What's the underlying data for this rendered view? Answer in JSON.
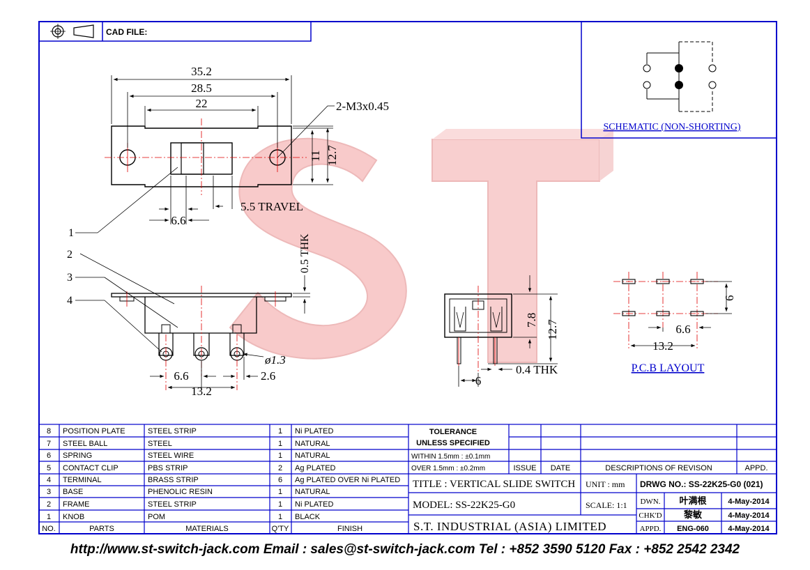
{
  "header": {
    "cad_file_label": "CAD FILE:"
  },
  "schematic": {
    "caption": "SCHEMATIC (NON-SHORTING)"
  },
  "watermark": {
    "text": "S T",
    "color": "#f08080"
  },
  "top_view": {
    "dim_overall": "35.2",
    "dim_mount": "28.5",
    "dim_slot": "22",
    "dim_screw": "2-M3x0.45",
    "dim_h1": "11",
    "dim_h2": "12.7",
    "dim_travel": "5.5  TRAVEL",
    "dim_knob": "6.6"
  },
  "front_view": {
    "dim_thk": "0.5  THK",
    "dim_pin": "ø1.3",
    "dim_pitch": "6.6",
    "dim_span": "13.2",
    "dim_tail": "2.6",
    "callouts": [
      "1",
      "2",
      "3",
      "4"
    ]
  },
  "side_view": {
    "dim_78": "7.8",
    "dim_127": "12.7",
    "dim_thk": "0.4  THK",
    "dim_6": "6"
  },
  "pcb": {
    "caption": "P.C.B  LAYOUT",
    "dim_6": "6",
    "dim_66": "6.6",
    "dim_132": "13.2"
  },
  "bom": {
    "headers": {
      "no": "NO.",
      "parts": "PARTS",
      "materials": "MATERIALS",
      "qty": "Q'TY",
      "finish": "FINISH"
    },
    "rows": [
      {
        "no": "8",
        "part": "POSITION PLATE",
        "material": "STEEL STRIP",
        "qty": "1",
        "finish": "Ni PLATED"
      },
      {
        "no": "7",
        "part": "STEEL BALL",
        "material": "STEEL",
        "qty": "1",
        "finish": "NATURAL"
      },
      {
        "no": "6",
        "part": "SPRING",
        "material": "STEEL WIRE",
        "qty": "1",
        "finish": "NATURAL"
      },
      {
        "no": "5",
        "part": "CONTACT CLIP",
        "material": "PBS STRIP",
        "qty": "2",
        "finish": "Ag PLATED"
      },
      {
        "no": "4",
        "part": "TERMINAL",
        "material": "BRASS STRIP",
        "qty": "6",
        "finish": "Ag PLATED OVER Ni PLATED"
      },
      {
        "no": "3",
        "part": "BASE",
        "material": "PHENOLIC RESIN",
        "qty": "1",
        "finish": "NATURAL"
      },
      {
        "no": "2",
        "part": "FRAME",
        "material": "STEEL STRIP",
        "qty": "1",
        "finish": "Ni PLATED"
      },
      {
        "no": "1",
        "part": "KNOB",
        "material": "POM",
        "qty": "1",
        "finish": "BLACK"
      }
    ]
  },
  "tolerance": {
    "line1": "TOLERANCE",
    "line2": "UNLESS   SPECIFIED",
    "line3": "WITHIN  1.5mm : ±0.1mm",
    "line4": "OVER    1.5mm : ±0.2mm"
  },
  "revision": {
    "issue": "ISSUE",
    "date": "DATE",
    "desc": "DESCRIPTIONS OF REVISON",
    "appd": "APPD."
  },
  "title_block": {
    "title": "TITLE : VERTICAL SLIDE SWITCH",
    "unit": "UNIT :   mm",
    "drwg_no": "DRWG NO.: SS-22K25-G0 (021)",
    "model": "MODEL: SS-22K25-G0",
    "scale": "SCALE:   1:1",
    "company": "S.T.  INDUSTRIAL  (ASIA)  LIMITED",
    "dwn_label": "DWN.",
    "dwn_name": "叶满根",
    "dwn_date": "4-May-2014",
    "chkd_label": "CHK'D",
    "chkd_name": "黎敏",
    "chkd_date": "4-May-2014",
    "appd_label": "APPD.",
    "appd_name": "ENG-060",
    "appd_date": "4-May-2014"
  },
  "footer": {
    "text": "http://www.st-switch-jack.com  Email : sales@st-switch-jack.com  Tel : +852 3590 5120  Fax : +852 2542 2342"
  }
}
